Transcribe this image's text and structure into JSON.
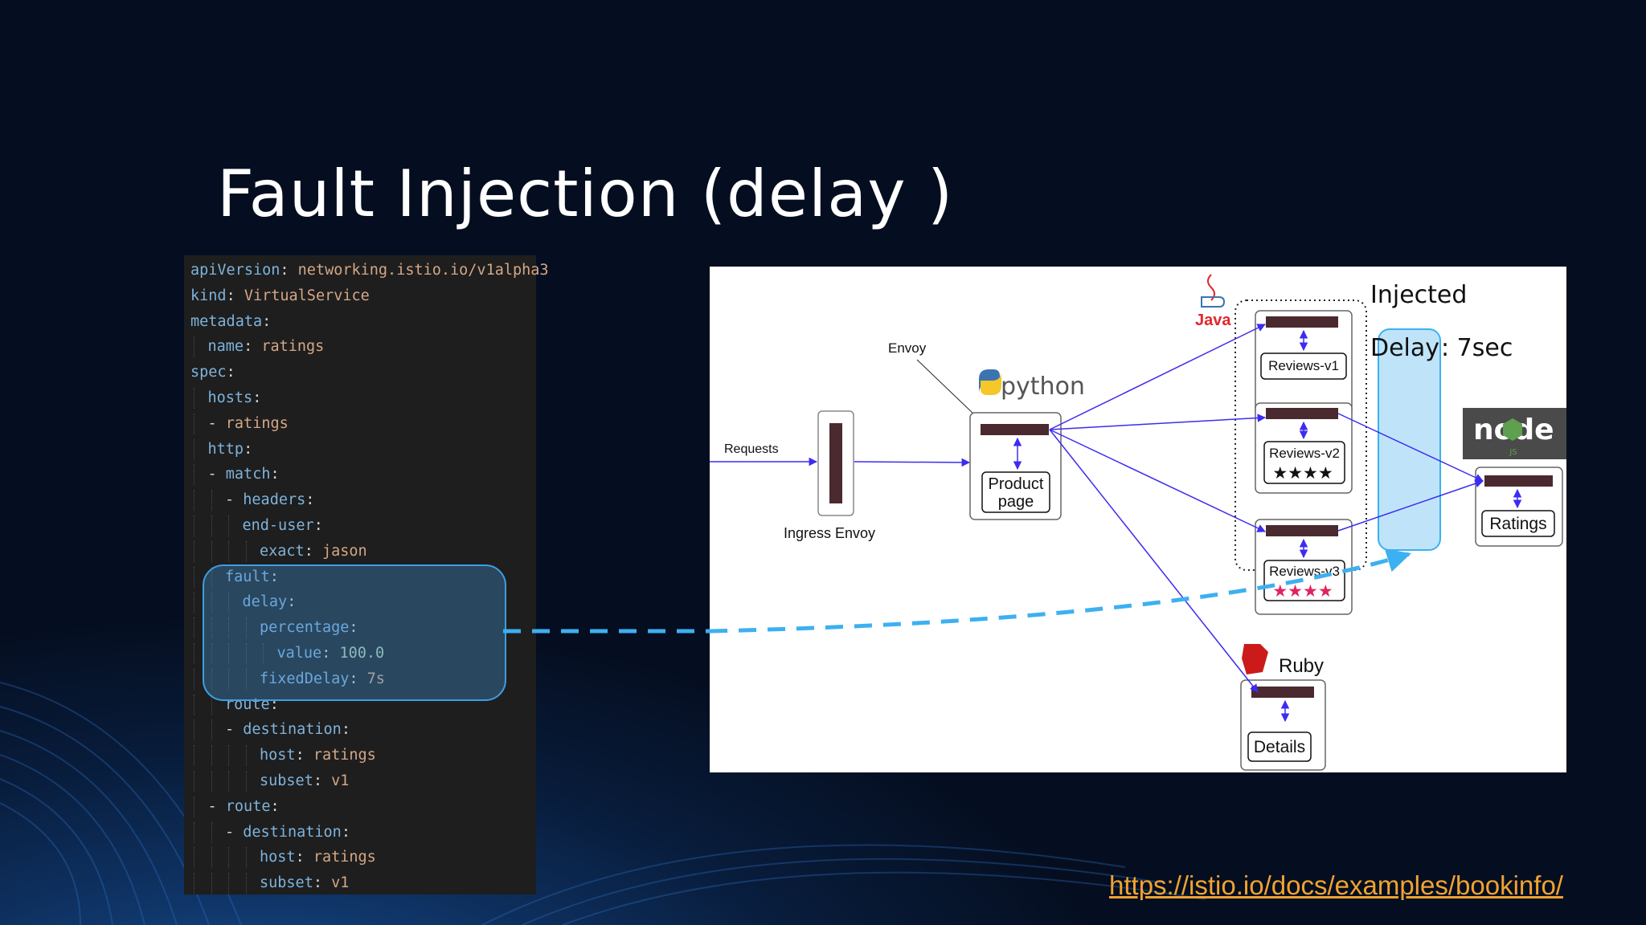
{
  "slide": {
    "title": "Fault Injection (delay )",
    "url": "https://istio.io/docs/examples/bookinfo/"
  },
  "code_lines": [
    {
      "indent": 0,
      "dash": false,
      "key": "apiVersion",
      "value": "networking.istio.io/v1alpha3"
    },
    {
      "indent": 0,
      "dash": false,
      "key": "kind",
      "value": "VirtualService"
    },
    {
      "indent": 0,
      "dash": false,
      "key": "metadata",
      "value": ""
    },
    {
      "indent": 1,
      "dash": false,
      "key": "name",
      "value": "ratings"
    },
    {
      "indent": 0,
      "dash": false,
      "key": "spec",
      "value": ""
    },
    {
      "indent": 1,
      "dash": false,
      "key": "hosts",
      "value": ""
    },
    {
      "indent": 1,
      "dash": true,
      "key": "",
      "value": "ratings"
    },
    {
      "indent": 1,
      "dash": false,
      "key": "http",
      "value": ""
    },
    {
      "indent": 1,
      "dash": true,
      "key": "match",
      "value": ""
    },
    {
      "indent": 2,
      "dash": true,
      "key": "headers",
      "value": ""
    },
    {
      "indent": 3,
      "dash": false,
      "key": "end-user",
      "value": ""
    },
    {
      "indent": 4,
      "dash": false,
      "key": "exact",
      "value": "jason"
    },
    {
      "indent": 2,
      "dash": false,
      "key": "fault",
      "value": ""
    },
    {
      "indent": 3,
      "dash": false,
      "key": "delay",
      "value": ""
    },
    {
      "indent": 4,
      "dash": false,
      "key": "percentage",
      "value": ""
    },
    {
      "indent": 5,
      "dash": false,
      "key": "value",
      "value": "100.0",
      "numeric": true
    },
    {
      "indent": 4,
      "dash": false,
      "key": "fixedDelay",
      "value": "7s"
    },
    {
      "indent": 2,
      "dash": false,
      "key": "route",
      "value": ""
    },
    {
      "indent": 2,
      "dash": true,
      "key": "destination",
      "value": ""
    },
    {
      "indent": 4,
      "dash": false,
      "key": "host",
      "value": "ratings"
    },
    {
      "indent": 4,
      "dash": false,
      "key": "subset",
      "value": "v1"
    },
    {
      "indent": 1,
      "dash": true,
      "key": "route",
      "value": ""
    },
    {
      "indent": 2,
      "dash": true,
      "key": "destination",
      "value": ""
    },
    {
      "indent": 4,
      "dash": false,
      "key": "host",
      "value": "ratings"
    },
    {
      "indent": 4,
      "dash": false,
      "key": "subset",
      "value": "v1"
    }
  ],
  "diagram": {
    "requests": "Requests",
    "envoy": "Envoy",
    "ingress": "Ingress Envoy",
    "python_logo": "python",
    "java_logo": "Java",
    "ruby_logo": "Ruby",
    "node_logo": "node",
    "node_badge": "JS",
    "productpage": [
      "Product",
      "page"
    ],
    "reviews_v1": "Reviews-v1",
    "reviews_v2": "Reviews-v2",
    "reviews_v3": "Reviews-v3",
    "stars_black": "★★★★",
    "stars_red": "★★★★",
    "ratings": "Ratings",
    "details": "Details",
    "injected": "Injected",
    "delay_label": "Delay",
    "delay_value": ": 7sec"
  },
  "colors": {
    "accent_blue": "#3db0f0",
    "sidecar": "#4a2a2e",
    "arrow": "#3d2cf0",
    "url": "#f0a330"
  }
}
